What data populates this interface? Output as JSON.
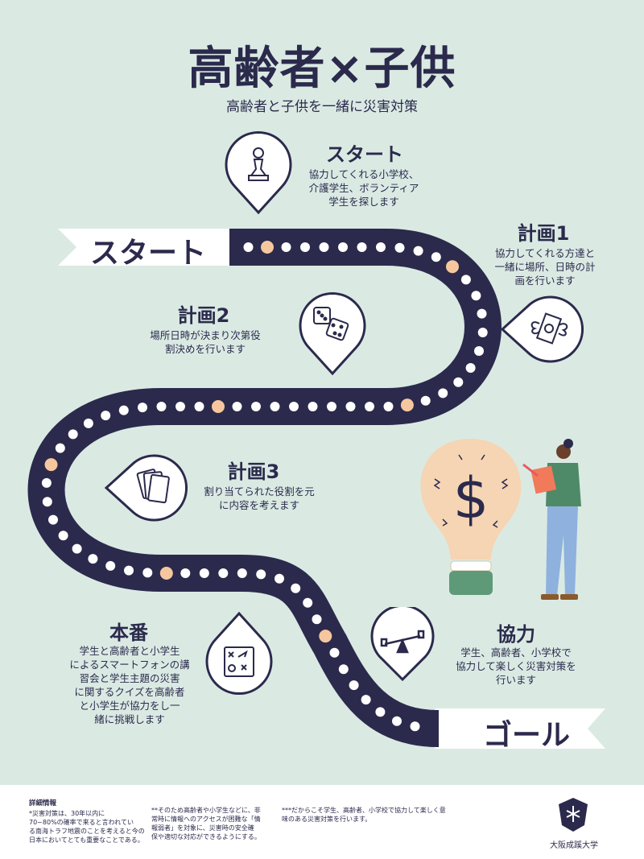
{
  "header": {
    "title": "高齢者×子供",
    "subtitle": "高齢者と子供を一緒に災害対策"
  },
  "ribbons": {
    "start": "スタート",
    "goal": "ゴール"
  },
  "steps": [
    {
      "title": "スタート",
      "lines": [
        "協力してくれる小学校、",
        "介護学生、ボランティア",
        "学生を探します"
      ],
      "icon": "chess-pawn-icon"
    },
    {
      "title": "計画1",
      "lines": [
        "協力してくれる方達と",
        "一緒に場所、日時の計",
        "画を行います"
      ],
      "icon": "winged-money-icon"
    },
    {
      "title": "計画2",
      "lines": [
        "場所日時が決まり次第役",
        "割決めを行います"
      ],
      "icon": "dice-icon"
    },
    {
      "title": "計画3",
      "lines": [
        "割り当てられた役割を元",
        "に内容を考えます"
      ],
      "icon": "cards-icon"
    },
    {
      "title": "本番",
      "lines": [
        "学生と高齢者と小学生",
        "によるスマートフォンの講",
        "習会と学生主題の災害",
        "に関するクイズを高齢者",
        "と小学生が協力をし一",
        "緒に挑戦します"
      ],
      "icon": "strategy-board-icon"
    },
    {
      "title": "協力",
      "lines": [
        "学生、高齢者、小学校で",
        "協力して楽しく災害対策を",
        "行います"
      ],
      "icon": "seesaw-icon"
    }
  ],
  "footer": {
    "heading": "詳細情報",
    "note1": [
      "*災害対策は、30年以内に",
      "70~80%の確率で来ると言われてい",
      "る南海トラフ地震のことを考えると今の",
      "日本においてとても重要なことである。"
    ],
    "note2": [
      "**そのため高齢者や小学生などに、非",
      "常時に情報へのアクセスが困難な「情",
      "報弱者」を対象に、災害時の安全確",
      "保や適切な対応ができるようにする。"
    ],
    "note3": [
      "***だからこそ学生、高齢者、小学校で協力して楽しく意",
      "味のある災害対策を行います。"
    ],
    "university": "大阪成蹊大学"
  },
  "colors": {
    "background": "#daeae3",
    "road": "#2b2a4c",
    "dot": "#ffffff",
    "accent_dot": "#f6c79e",
    "bulb": "#f5d5b4",
    "bulb_base": "#5e9a78"
  }
}
